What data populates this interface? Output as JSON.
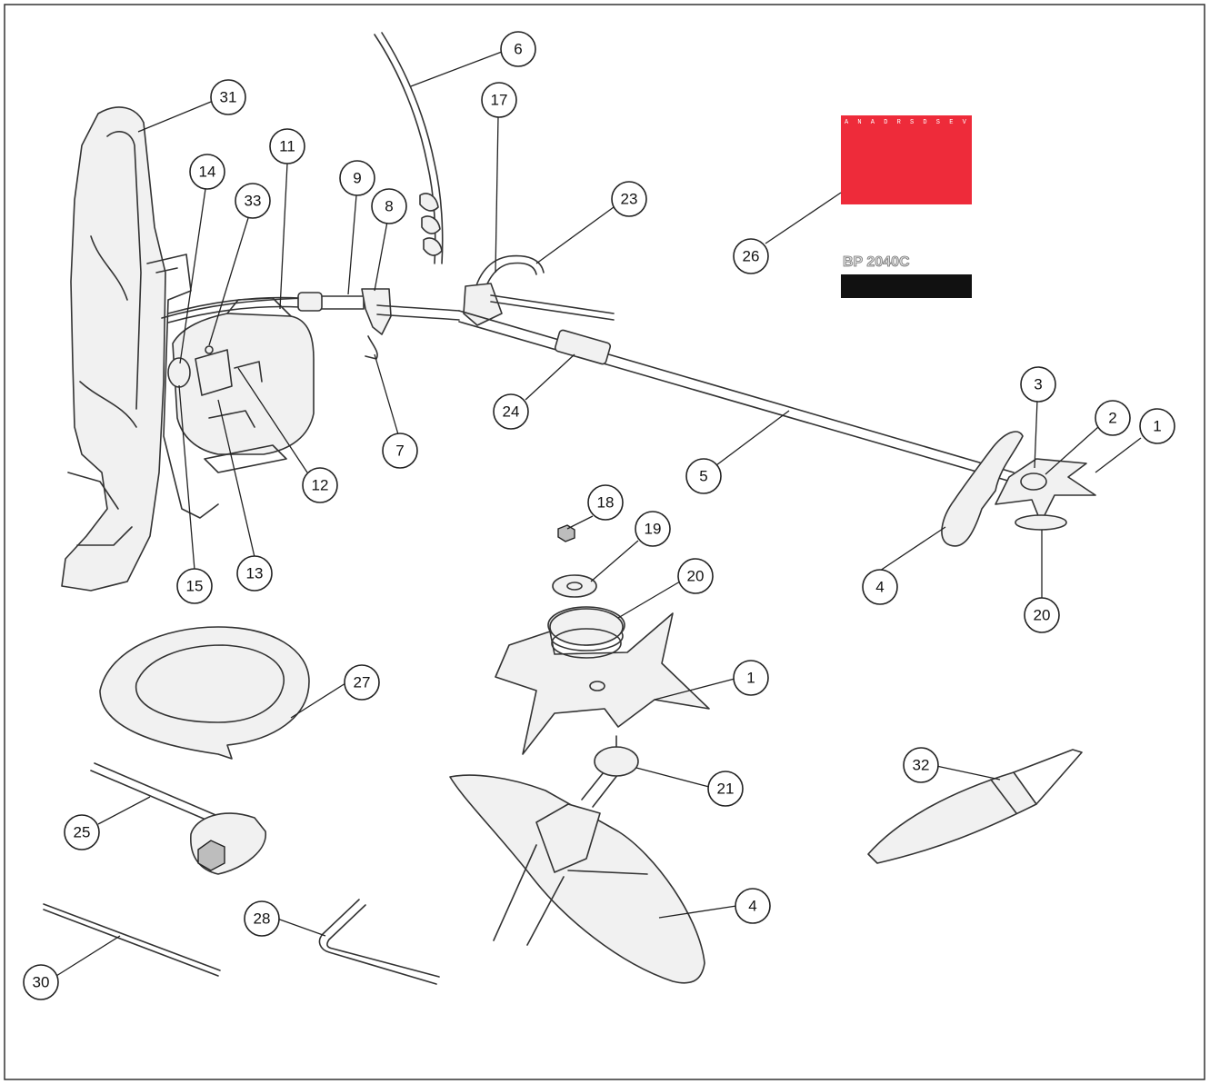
{
  "diagram": {
    "frame_color": "#333333",
    "accent_color": "#ee2b3a",
    "label_bar_color": "#111111",
    "manual_cover_header": "A N A D R S D   S E V I Z",
    "model_label": "BP 2040C",
    "callouts": [
      {
        "id": "c6",
        "label": "6"
      },
      {
        "id": "c17",
        "label": "17"
      },
      {
        "id": "c31",
        "label": "31"
      },
      {
        "id": "c11",
        "label": "11"
      },
      {
        "id": "c14",
        "label": "14"
      },
      {
        "id": "c33",
        "label": "33"
      },
      {
        "id": "c9",
        "label": "9"
      },
      {
        "id": "c8",
        "label": "8"
      },
      {
        "id": "c23",
        "label": "23"
      },
      {
        "id": "c26",
        "label": "26"
      },
      {
        "id": "c24",
        "label": "24"
      },
      {
        "id": "c7",
        "label": "7"
      },
      {
        "id": "c12",
        "label": "12"
      },
      {
        "id": "c5",
        "label": "5"
      },
      {
        "id": "c3",
        "label": "3"
      },
      {
        "id": "c2",
        "label": "2"
      },
      {
        "id": "c1a",
        "label": "1"
      },
      {
        "id": "c18",
        "label": "18"
      },
      {
        "id": "c19",
        "label": "19"
      },
      {
        "id": "c20a",
        "label": "20"
      },
      {
        "id": "c15",
        "label": "15"
      },
      {
        "id": "c13",
        "label": "13"
      },
      {
        "id": "c4a",
        "label": "4"
      },
      {
        "id": "c20b",
        "label": "20"
      },
      {
        "id": "c27",
        "label": "27"
      },
      {
        "id": "c1b",
        "label": "1"
      },
      {
        "id": "c21",
        "label": "21"
      },
      {
        "id": "c32",
        "label": "32"
      },
      {
        "id": "c25",
        "label": "25"
      },
      {
        "id": "c28",
        "label": "28"
      },
      {
        "id": "c4b",
        "label": "4"
      },
      {
        "id": "c30",
        "label": "30"
      }
    ]
  }
}
